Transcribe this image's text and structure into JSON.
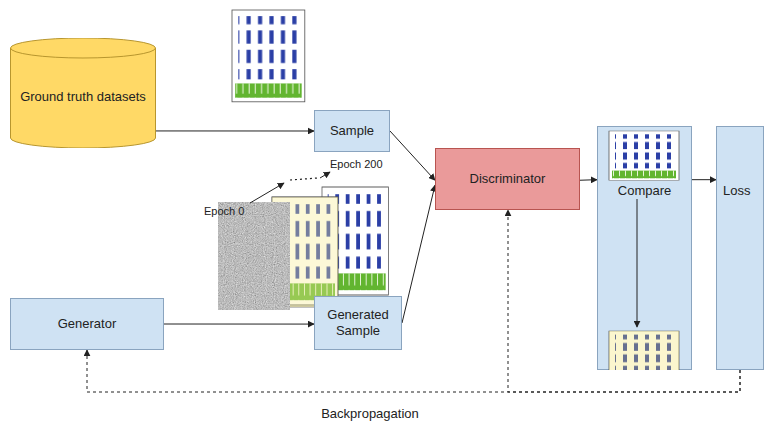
{
  "diagram": {
    "nodes": [
      {
        "text": [
          "Ground truth datasets"
        ]
      },
      {
        "text": [
          "Sample"
        ]
      },
      {
        "text": [
          "Generator"
        ]
      },
      {
        "text": [
          "Generated Sample"
        ]
      },
      {
        "text": [
          "Discriminator"
        ]
      },
      {
        "text": [
          "Compare"
        ]
      },
      {
        "text": [
          "Loss"
        ]
      }
    ],
    "edges": [
      {
        "from": 0,
        "to": 1,
        "arrow": "to"
      },
      {
        "from": 1,
        "to": 4,
        "arrow": "to"
      },
      {
        "from": 3,
        "to": 4,
        "arrow": "to"
      },
      {
        "from": 2,
        "to": 3,
        "arrow": "to"
      },
      {
        "from": 4,
        "to": 5,
        "arrow": "to"
      },
      {
        "from": 5,
        "to": 6,
        "arrow": "to"
      },
      {
        "from": 6,
        "to": 2,
        "arrow": "to",
        "label": "Backpropagation"
      },
      {
        "from": 6,
        "to": 4,
        "arrow": "to"
      }
    ],
    "labels": [
      "Epoch 0",
      "Epoch 200"
    ]
  }
}
